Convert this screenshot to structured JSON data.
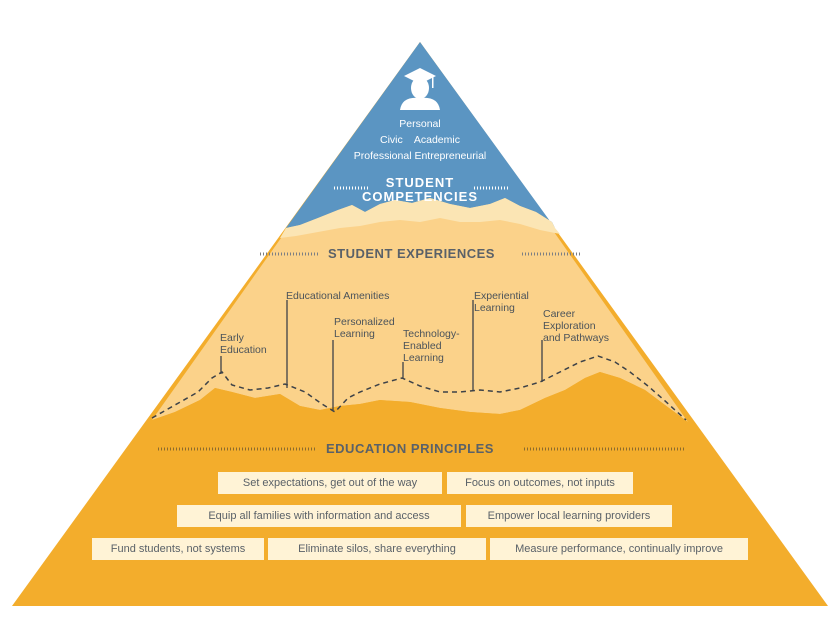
{
  "colors": {
    "competencies": "#5b95c2",
    "experiences": "#fbd28a",
    "principles": "#f3ad2c",
    "dashed_line": "#3d4248",
    "text": "#5a6168"
  },
  "icons": {
    "graduate": "graduate-silhouette-icon"
  },
  "competencies": {
    "title_line1": "STUDENT",
    "title_line2": "COMPETENCIES",
    "items_line1": "Personal",
    "items_line2_a": "Civic",
    "items_line2_b": "Academic",
    "items_line3": "Professional Entrepreneurial"
  },
  "experiences": {
    "title": "STUDENT EXPERIENCES",
    "items": [
      {
        "label_1": "Early",
        "label_2": "Education",
        "label_3": ""
      },
      {
        "label_1": "Educational Amenities",
        "label_2": "",
        "label_3": ""
      },
      {
        "label_1": "Personalized",
        "label_2": "Learning",
        "label_3": ""
      },
      {
        "label_1": "Technology-",
        "label_2": "Enabled",
        "label_3": "Learning"
      },
      {
        "label_1": "Experiential",
        "label_2": "Learning",
        "label_3": ""
      },
      {
        "label_1": "Career",
        "label_2": "Exploration",
        "label_3": "and Pathways"
      }
    ]
  },
  "principles": {
    "title": "EDUCATION PRINCIPLES",
    "boxes": [
      "Set expectations, get out of the way",
      "Focus on outcomes, not inputs",
      "Equip all families with information and access",
      "Empower local learning providers",
      "Fund students, not systems",
      "Eliminate silos, share everything",
      "Measure performance, continually improve"
    ]
  }
}
